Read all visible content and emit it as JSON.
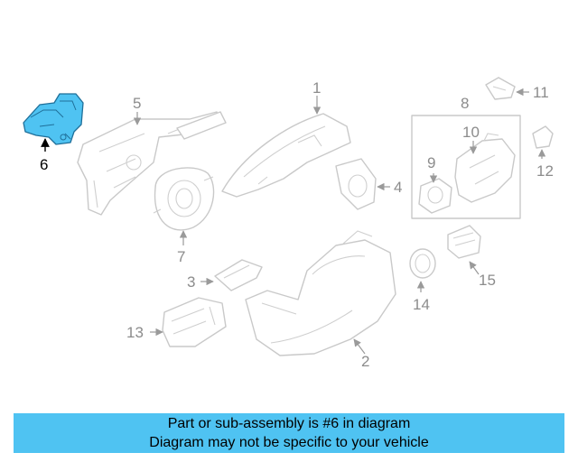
{
  "diagram": {
    "callouts": {
      "c1": "1",
      "c2": "2",
      "c3": "3",
      "c4": "4",
      "c5": "5",
      "c6": "6",
      "c7": "7",
      "c8": "8",
      "c9": "9",
      "c10": "10",
      "c11": "11",
      "c12": "12",
      "c13": "13",
      "c14": "14",
      "c15": "15"
    },
    "highlighted_part": "6",
    "highlight_color": "#4fc3f2"
  },
  "banner": {
    "line1": "Part or sub-assembly is #6 in diagram",
    "line2": "Diagram may not be specific to your vehicle",
    "background": "#4fc3f2"
  }
}
